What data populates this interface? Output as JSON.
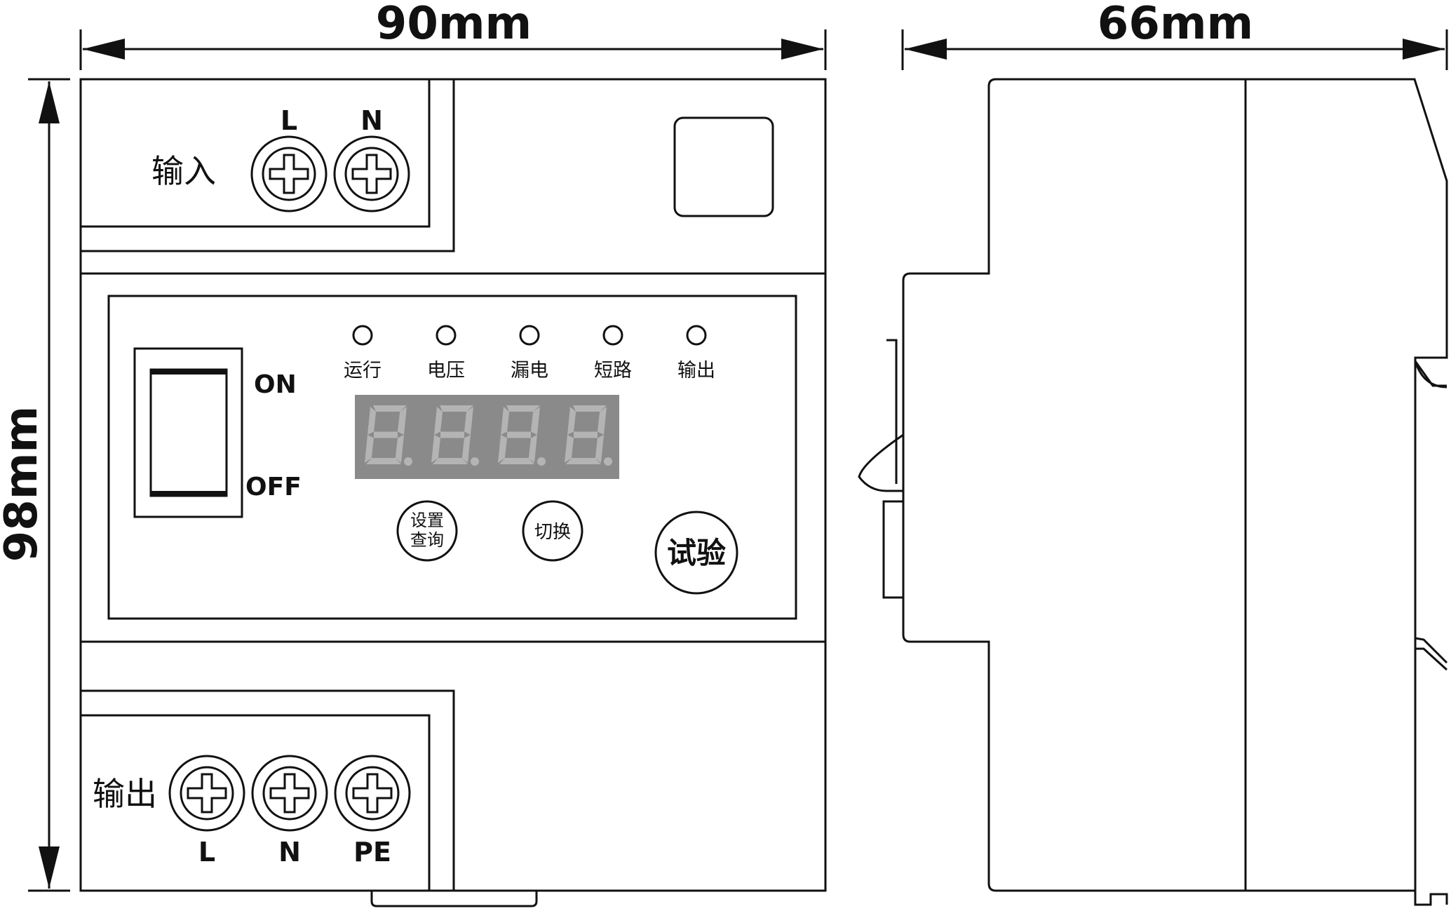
{
  "dimensions": {
    "front_width": "90mm",
    "side_width": "66mm",
    "height": "98mm"
  },
  "input_block": {
    "title": "输入",
    "terminals": [
      "L",
      "N"
    ]
  },
  "output_block": {
    "title": "输出",
    "terminals": [
      "L",
      "N",
      "PE"
    ]
  },
  "power_switch": {
    "on_label": "ON",
    "off_label": "OFF"
  },
  "indicators": [
    "运行",
    "电压",
    "漏电",
    "短路",
    "输出"
  ],
  "display": {
    "digits": 4
  },
  "buttons": {
    "setup_query_line1": "设置",
    "setup_query_line2": "查询",
    "switch": "切换",
    "test": "试验"
  },
  "colors": {
    "line": "#111111",
    "display_bg": "#8a8a8a",
    "display_segment": "#b4b4b4"
  }
}
